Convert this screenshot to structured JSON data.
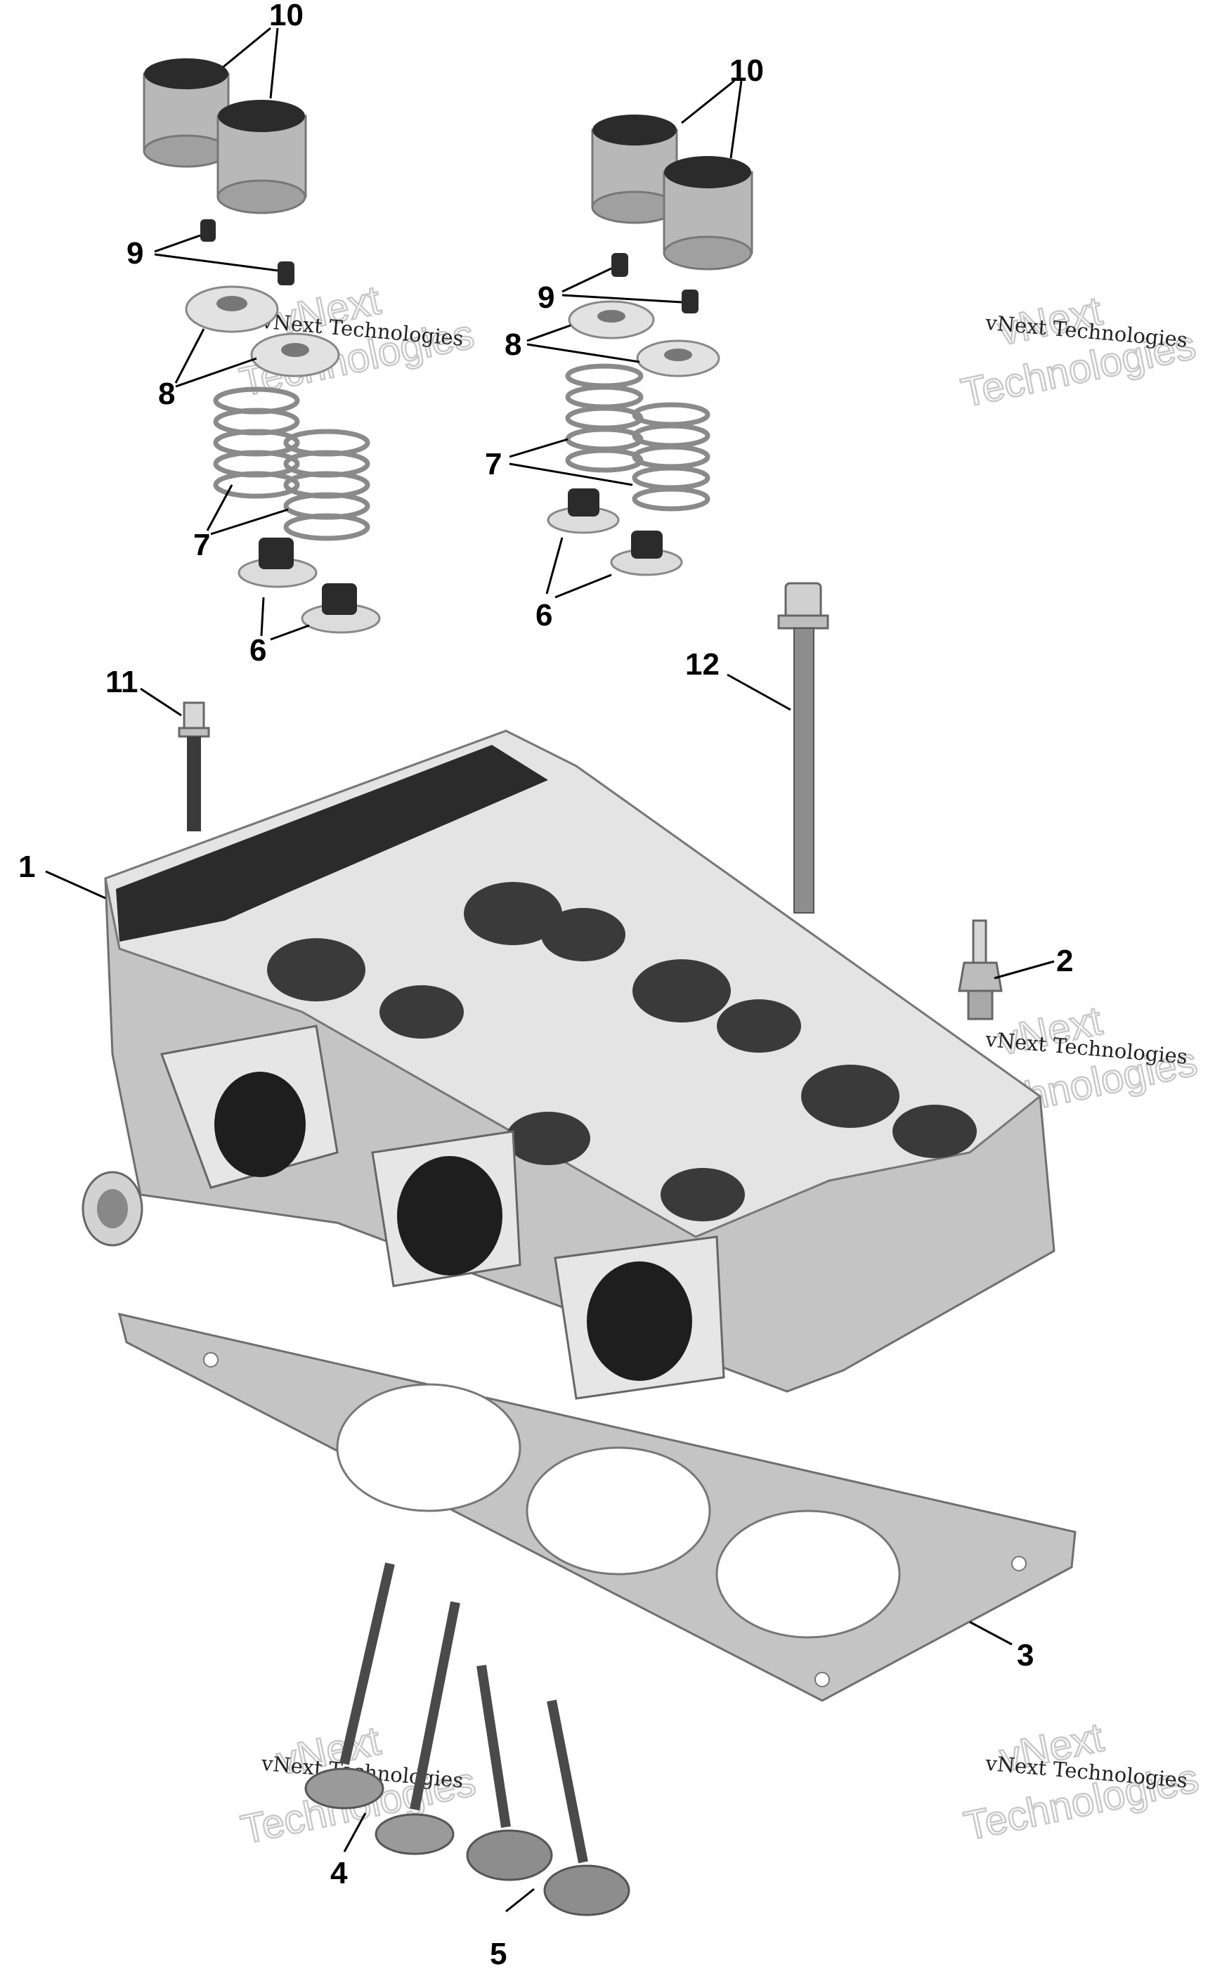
{
  "callouts": {
    "c1": "1",
    "c2": "2",
    "c3": "3",
    "c4": "4",
    "c5": "5",
    "c6a": "6",
    "c6b": "6",
    "c7a": "7",
    "c7b": "7",
    "c8a": "8",
    "c8b": "8",
    "c9a": "9",
    "c9b": "9",
    "c10a": "10",
    "c10b": "10",
    "c11": "11",
    "c12": "12"
  },
  "watermark": {
    "small": "vNext Technologies",
    "big_line1": "vNext",
    "big_line2": "Technologies"
  },
  "colors": {
    "part_fill": "#c4c4c4",
    "part_dark": "#2b2b2b",
    "leader": "#000000"
  }
}
